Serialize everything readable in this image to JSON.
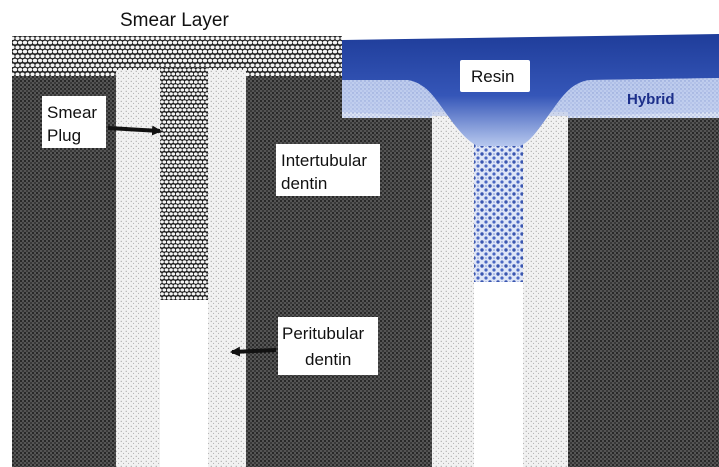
{
  "labels": {
    "smear_layer": "Smear Layer",
    "smear_plug_1": "Smear",
    "smear_plug_2": "Plug",
    "intertubular_1": "Intertubular",
    "intertubular_2": "dentin",
    "peritubular_1": "Peritubular",
    "peritubular_2": "dentin",
    "resin": "Resin",
    "hybrid": "Hybrid"
  },
  "colors": {
    "resin_dark": "#1f3d9a",
    "resin_light": "#9fb6e6",
    "hybrid_text": "#1c2f8a",
    "dentin_dark": "#2a2a2a",
    "peritubular_light": "#e4e4e4",
    "tubule_open": "#ffffff"
  }
}
